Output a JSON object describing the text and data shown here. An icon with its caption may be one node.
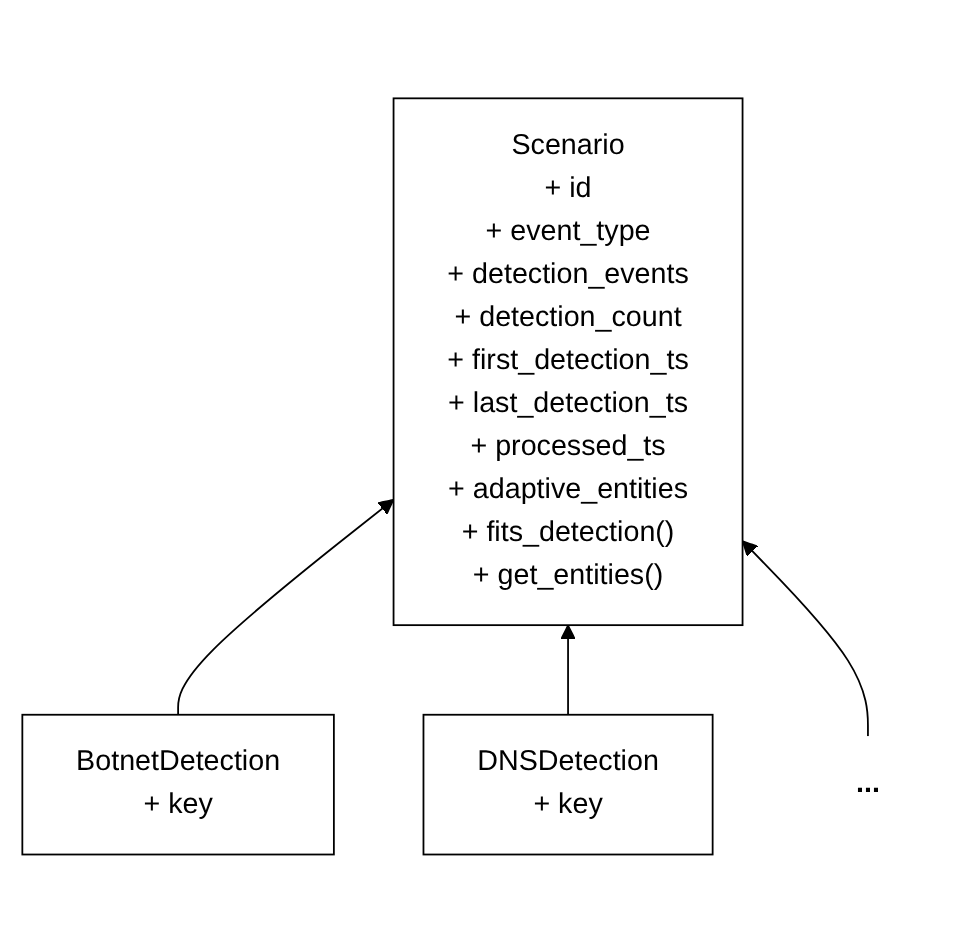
{
  "diagram": {
    "nodes": [
      {
        "text": [
          "Scenario",
          "+ id",
          "+ event_type",
          "+ detection_events",
          "+ detection_count",
          "+ first_detection_ts",
          "+ last_detection_ts",
          "+ processed_ts",
          "+ adaptive_entities",
          "+ fits_detection()",
          "+ get_entities()"
        ]
      },
      {
        "text": [
          "BotnetDetection",
          "+ key"
        ]
      },
      {
        "text": [
          "DNSDetection",
          "+ key"
        ]
      },
      {
        "text": [
          "..."
        ]
      }
    ],
    "edges": [
      {
        "from": 1,
        "to": 0,
        "arrow": "to"
      },
      {
        "from": 2,
        "to": 0,
        "arrow": "to"
      },
      {
        "from": 3,
        "to": 0,
        "arrow": "to"
      }
    ]
  }
}
